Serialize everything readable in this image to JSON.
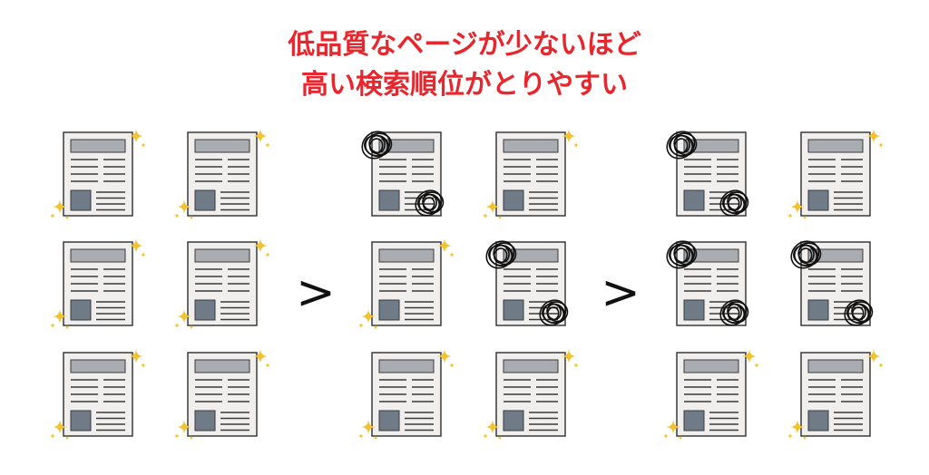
{
  "title": {
    "line1": "低品質なページが少ないほど",
    "line2": "高い検索順位がとりやすい"
  },
  "comparators": [
    ">",
    ">"
  ],
  "colors": {
    "title": "#e8262d",
    "paper": "#f1efee",
    "outline": "#3a3a3a",
    "header_bar": "#a9acb0",
    "image_block": "#6f7c88",
    "sparkle": "#f2c230",
    "scribble": "#111111"
  },
  "groups": [
    {
      "name": "group-all-quality",
      "docs": [
        {
          "quality": "high"
        },
        {
          "quality": "high"
        },
        {
          "quality": "high"
        },
        {
          "quality": "high"
        },
        {
          "quality": "high"
        },
        {
          "quality": "high"
        }
      ]
    },
    {
      "name": "group-two-low-quality",
      "docs": [
        {
          "quality": "low"
        },
        {
          "quality": "high"
        },
        {
          "quality": "high"
        },
        {
          "quality": "low"
        },
        {
          "quality": "high"
        },
        {
          "quality": "high"
        }
      ]
    },
    {
      "name": "group-three-low-quality",
      "docs": [
        {
          "quality": "low"
        },
        {
          "quality": "high"
        },
        {
          "quality": "low"
        },
        {
          "quality": "low"
        },
        {
          "quality": "high"
        },
        {
          "quality": "high"
        }
      ]
    }
  ]
}
